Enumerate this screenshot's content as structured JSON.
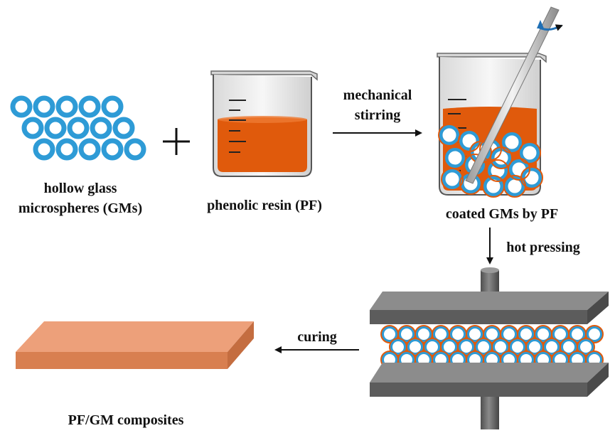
{
  "labels": {
    "gms_line1": "hollow glass",
    "gms_line2": "microspheres (GMs)",
    "pf": "phenolic resin (PF)",
    "stir_line1": "mechanical",
    "stir_line2": "stirring",
    "coated": "coated GMs by PF",
    "hot_pressing": "hot pressing",
    "curing": "curing",
    "composites": "PF/GM composites",
    "plus": "+"
  },
  "colors": {
    "microsphere_ring": "#2e9bd6",
    "resin": "#e05a0c",
    "press_gray": "#6b6b6b",
    "composite_top": "#eda07a",
    "composite_side": "#d87f50"
  }
}
